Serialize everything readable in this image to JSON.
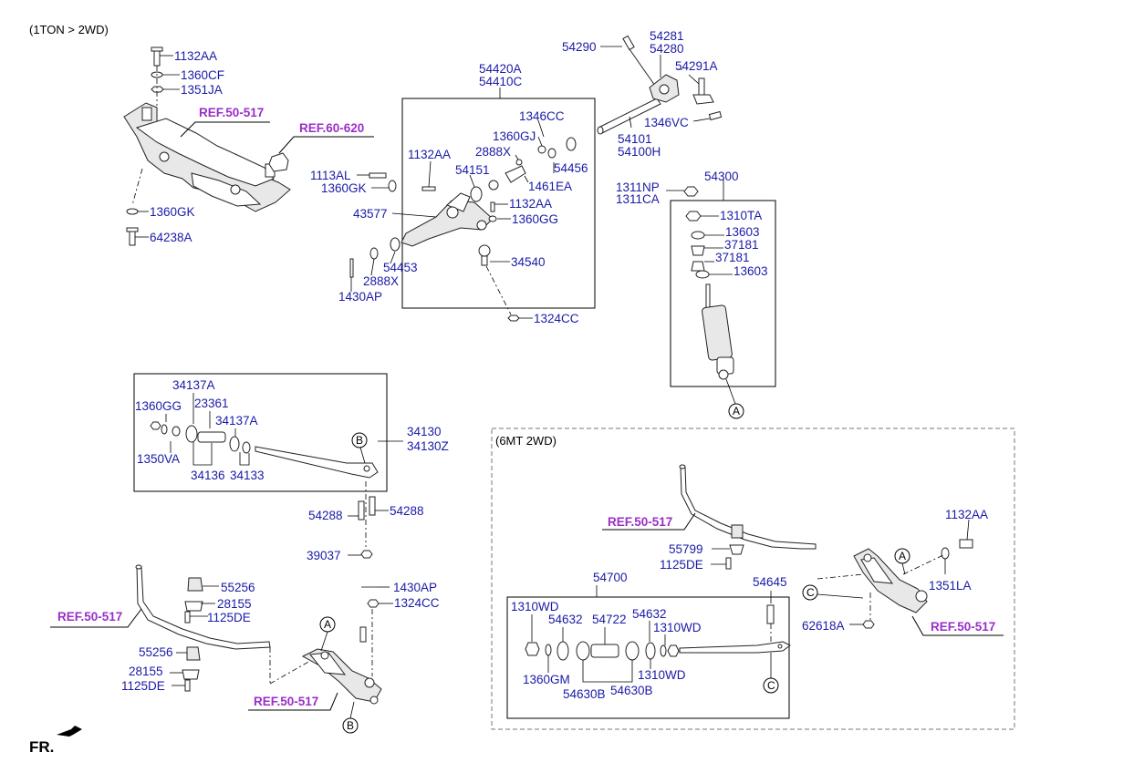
{
  "diagram": {
    "title_main": "(1TON > 2WD)",
    "title_sub": "(6MT 2WD)",
    "fr_label": "FR.",
    "circles": {
      "a": "A",
      "b": "B",
      "c": "C"
    },
    "refs": {
      "r1": "REF.50-517",
      "r2": "REF.60-620",
      "r3": "REF.50-517",
      "r4": "REF.50-517",
      "r5": "REF.50-517",
      "r6": "REF.50-517"
    },
    "labels": {
      "p1132AA_a": "1132AA",
      "p1360CF": "1360CF",
      "p1351JA": "1351JA",
      "p1113AL": "1113AL",
      "p1360GK_a": "1360GK",
      "p1360GK_b": "1360GK",
      "p64238A": "64238A",
      "p54420A": "54420A",
      "p54410C": "54410C",
      "p1346CC": "1346CC",
      "p1360GJ": "1360GJ",
      "p2888X_a": "2888X",
      "p1132AA_b": "1132AA",
      "p54151": "54151",
      "p54456": "54456",
      "p1461EA": "1461EA",
      "p1132AA_c": "1132AA",
      "p1360GG_a": "1360GG",
      "p43577": "43577",
      "p54453": "54453",
      "p2888X_b": "2888X",
      "p1430AP_a": "1430AP",
      "p34540": "34540",
      "p1324CC_a": "1324CC",
      "p54290": "54290",
      "p54281": "54281",
      "p54280": "54280",
      "p54291A": "54291A",
      "p1346VC": "1346VC",
      "p54101": "54101",
      "p54100H": "54100H",
      "p1311NP": "1311NP",
      "p1311CA": "1311CA",
      "p54300": "54300",
      "p1310TA": "1310TA",
      "p13603_a": "13603",
      "p37181_a": "37181",
      "p37181_b": "37181",
      "p13603_b": "13603",
      "p34137A_a": "34137A",
      "p1360GG_b": "1360GG",
      "p23361": "23361",
      "p34137A_b": "34137A",
      "p1350VA": "1350VA",
      "p34136": "34136",
      "p34133": "34133",
      "p34130": "34130",
      "p34130Z": "34130Z",
      "p54288_a": "54288",
      "p54288_b": "54288",
      "p39037": "39037",
      "p55256_a": "55256",
      "p28155_a": "28155",
      "p1125DE_a": "1125DE",
      "p55256_b": "55256",
      "p28155_b": "28155",
      "p1125DE_b": "1125DE",
      "p1430AP_b": "1430AP",
      "p1324CC_b": "1324CC",
      "p55799": "55799",
      "p1125DE_c": "1125DE",
      "p54700": "54700",
      "p54645": "54645",
      "p1132AA_d": "1132AA",
      "p1351LA": "1351LA",
      "p62618A": "62618A",
      "p1310WD_a": "1310WD",
      "p54632_a": "54632",
      "p54722": "54722",
      "p54632_b": "54632",
      "p1310WD_b": "1310WD",
      "p1360GM": "1360GM",
      "p54630B_a": "54630B",
      "p54630B_b": "54630B",
      "p1310WD_c": "1310WD"
    }
  }
}
